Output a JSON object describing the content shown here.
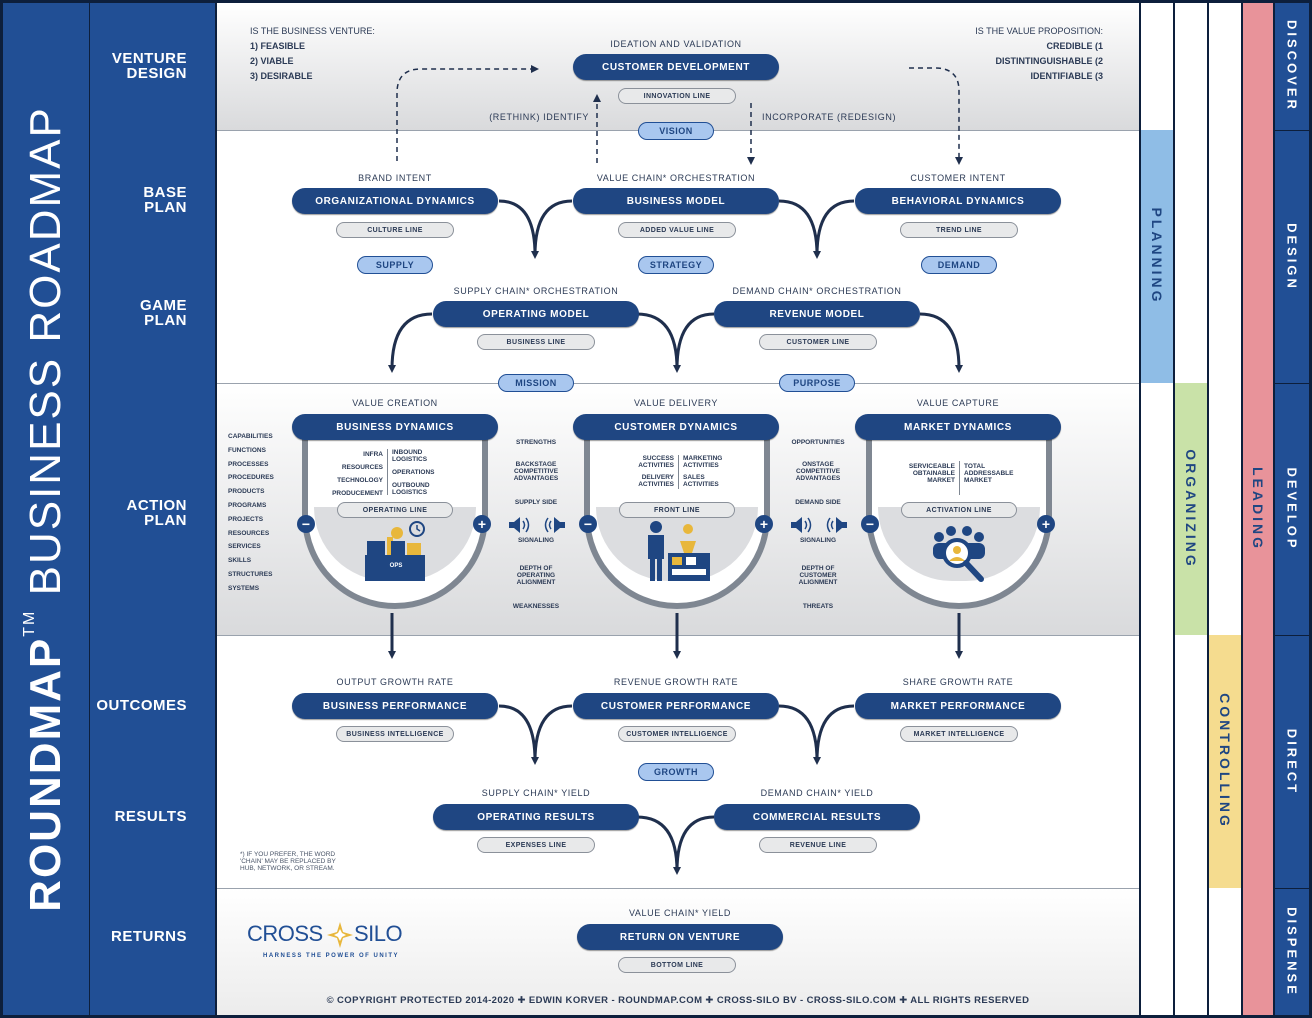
{
  "title": {
    "brand": "ROUNDMAP",
    "tm": "TM",
    "rest": "BUSINESS ROADMAP"
  },
  "rows": {
    "venture": "VENTURE\nDESIGN",
    "base": "BASE\nPLAN",
    "game": "GAME\nPLAN",
    "action": "ACTION\nPLAN",
    "outcomes": "OUTCOMES",
    "results": "RESULTS",
    "returns": "RETURNS"
  },
  "venture": {
    "left_head": "IS THE BUSINESS VENTURE:",
    "left_items": [
      "1) FEASIBLE",
      "2) VIABLE",
      "3) DESIRABLE"
    ],
    "right_head": "IS THE VALUE PROPOSITION:",
    "right_items": [
      "CREDIBLE (1",
      "DISTINTINGUISHABLE (2",
      "IDENTIFIABLE (3"
    ],
    "ideation": "IDEATION AND VALIDATION",
    "customer_development": "CUSTOMER DEVELOPMENT",
    "innovation_line": "INNOVATION LINE",
    "rethink": "(RETHINK) IDENTIFY",
    "incorporate": "INCORPORATE (REDESIGN)",
    "vision": "VISION"
  },
  "base": {
    "brand_intent": "BRAND INTENT",
    "org_dynamics": "ORGANIZATIONAL DYNAMICS",
    "culture_line": "CULTURE LINE",
    "supply": "SUPPLY",
    "vco": "VALUE CHAIN* ORCHESTRATION",
    "business_model": "BUSINESS MODEL",
    "added_value_line": "ADDED VALUE LINE",
    "strategy": "STRATEGY",
    "customer_intent": "CUSTOMER INTENT",
    "behavioral_dynamics": "BEHAVIORAL DYNAMICS",
    "trend_line": "TREND LINE",
    "demand": "DEMAND"
  },
  "game": {
    "sco": "SUPPLY CHAIN* ORCHESTRATION",
    "operating_model": "OPERATING MODEL",
    "business_line": "BUSINESS LINE",
    "mission": "MISSION",
    "dco": "DEMAND CHAIN* ORCHESTRATION",
    "revenue_model": "REVENUE MODEL",
    "customer_line": "CUSTOMER LINE",
    "purpose": "PURPOSE"
  },
  "action": {
    "left_list": [
      "CAPABILITIES",
      "FUNCTIONS",
      "PROCESSES",
      "PROCEDURES",
      "PRODUCTS",
      "PROGRAMS",
      "PROJECTS",
      "RESOURCES",
      "SERVICES",
      "SKILLS",
      "STRUCTURES",
      "SYSTEMS"
    ],
    "value_creation": "VALUE CREATION",
    "business_dynamics": "BUSINESS DYNAMICS",
    "bd_left": [
      "INFRA",
      "RESOURCES",
      "TECHNOLOGY",
      "PRODUCEMENT"
    ],
    "bd_right": [
      "INBOUND\nLOGISTICS",
      "OPERATIONS",
      "OUTBOUND\nLOGISTICS"
    ],
    "operating_line": "OPERATING LINE",
    "ops": "OPS",
    "value_delivery": "VALUE DELIVERY",
    "customer_dynamics": "CUSTOMER DYNAMICS",
    "cd_left": [
      "SUCCESS\nACTIVITIES",
      "DELIVERY\nACTIVITIES"
    ],
    "cd_right": [
      "MARKETING\nACTIVITIES",
      "SALES\nACTIVITIES"
    ],
    "front_line": "FRONT LINE",
    "value_capture": "VALUE CAPTURE",
    "market_dynamics": "MARKET DYNAMICS",
    "md_left": [
      "SERVICEABLE\nOBTAINABLE\nMARKET"
    ],
    "md_right": [
      "TOTAL\nADDRESSABLE\nMARKET"
    ],
    "activation_line": "ACTIVATION LINE",
    "mid1": [
      "STRENGTHS",
      "BACKSTAGE\nCOMPETITIVE\nADVANTAGES",
      "SUPPLY SIDE",
      "SIGNALING",
      "DEPTH OF\nOPERATING\nALIGNMENT",
      "WEAKNESSES"
    ],
    "mid2": [
      "OPPORTUNITIES",
      "ONSTAGE\nCOMPETITIVE\nADVANTAGES",
      "DEMAND SIDE",
      "SIGNALING",
      "DEPTH OF\nCUSTOMER\nALIGNMENT",
      "THREATS"
    ],
    "minus": "−",
    "plus": "+"
  },
  "outcomes": {
    "ogr": "OUTPUT GROWTH RATE",
    "business_performance": "BUSINESS PERFORMANCE",
    "business_intelligence": "BUSINESS INTELLIGENCE",
    "rgr": "REVENUE GROWTH RATE",
    "customer_performance": "CUSTOMER PERFORMANCE",
    "customer_intelligence": "CUSTOMER INTELLIGENCE",
    "sgr": "SHARE GROWTH RATE",
    "market_performance": "MARKET PERFORMANCE",
    "market_intelligence": "MARKET INTELLIGENCE",
    "growth": "GROWTH"
  },
  "results": {
    "scy": "SUPPLY CHAIN* YIELD",
    "operating_results": "OPERATING RESULTS",
    "expenses_line": "EXPENSES LINE",
    "dcy": "DEMAND CHAIN* YIELD",
    "commercial_results": "COMMERCIAL RESULTS",
    "revenue_line": "REVENUE LINE",
    "footnote": "*) IF YOU PREFER, THE WORD\n'CHAIN' MAY BE REPLACED BY\nHUB, NETWORK, OR STREAM."
  },
  "returns": {
    "vcy": "VALUE CHAIN* YIELD",
    "rov": "RETURN ON VENTURE",
    "bottom_line": "BOTTOM LINE",
    "logo_a": "CROSS",
    "logo_b": "SILO",
    "tagline": "HARNESS THE POWER OF UNITY",
    "copyright": "© COPYRIGHT PROTECTED 2014-2020  ✚  EDWIN KORVER - ROUNDMAP.COM  ✚  CROSS-SILO BV - CROSS-SILO.COM  ✚  ALL RIGHTS RESERVED"
  },
  "right": {
    "planning": "PLANNING",
    "organizing": "ORGANIZING",
    "controlling": "CONTROLLING",
    "leading": "LEADING",
    "phases": [
      "DISCOVER",
      "DESIGN",
      "DEVELOP",
      "DIRECT",
      "DISPENSE"
    ]
  },
  "colors": {
    "navy": "#214f95",
    "planning": "#8fbde6",
    "organizing": "#c9e2a8",
    "controlling": "#f5dc8f",
    "leading": "#e8939a",
    "gold": "#e8b73c"
  }
}
